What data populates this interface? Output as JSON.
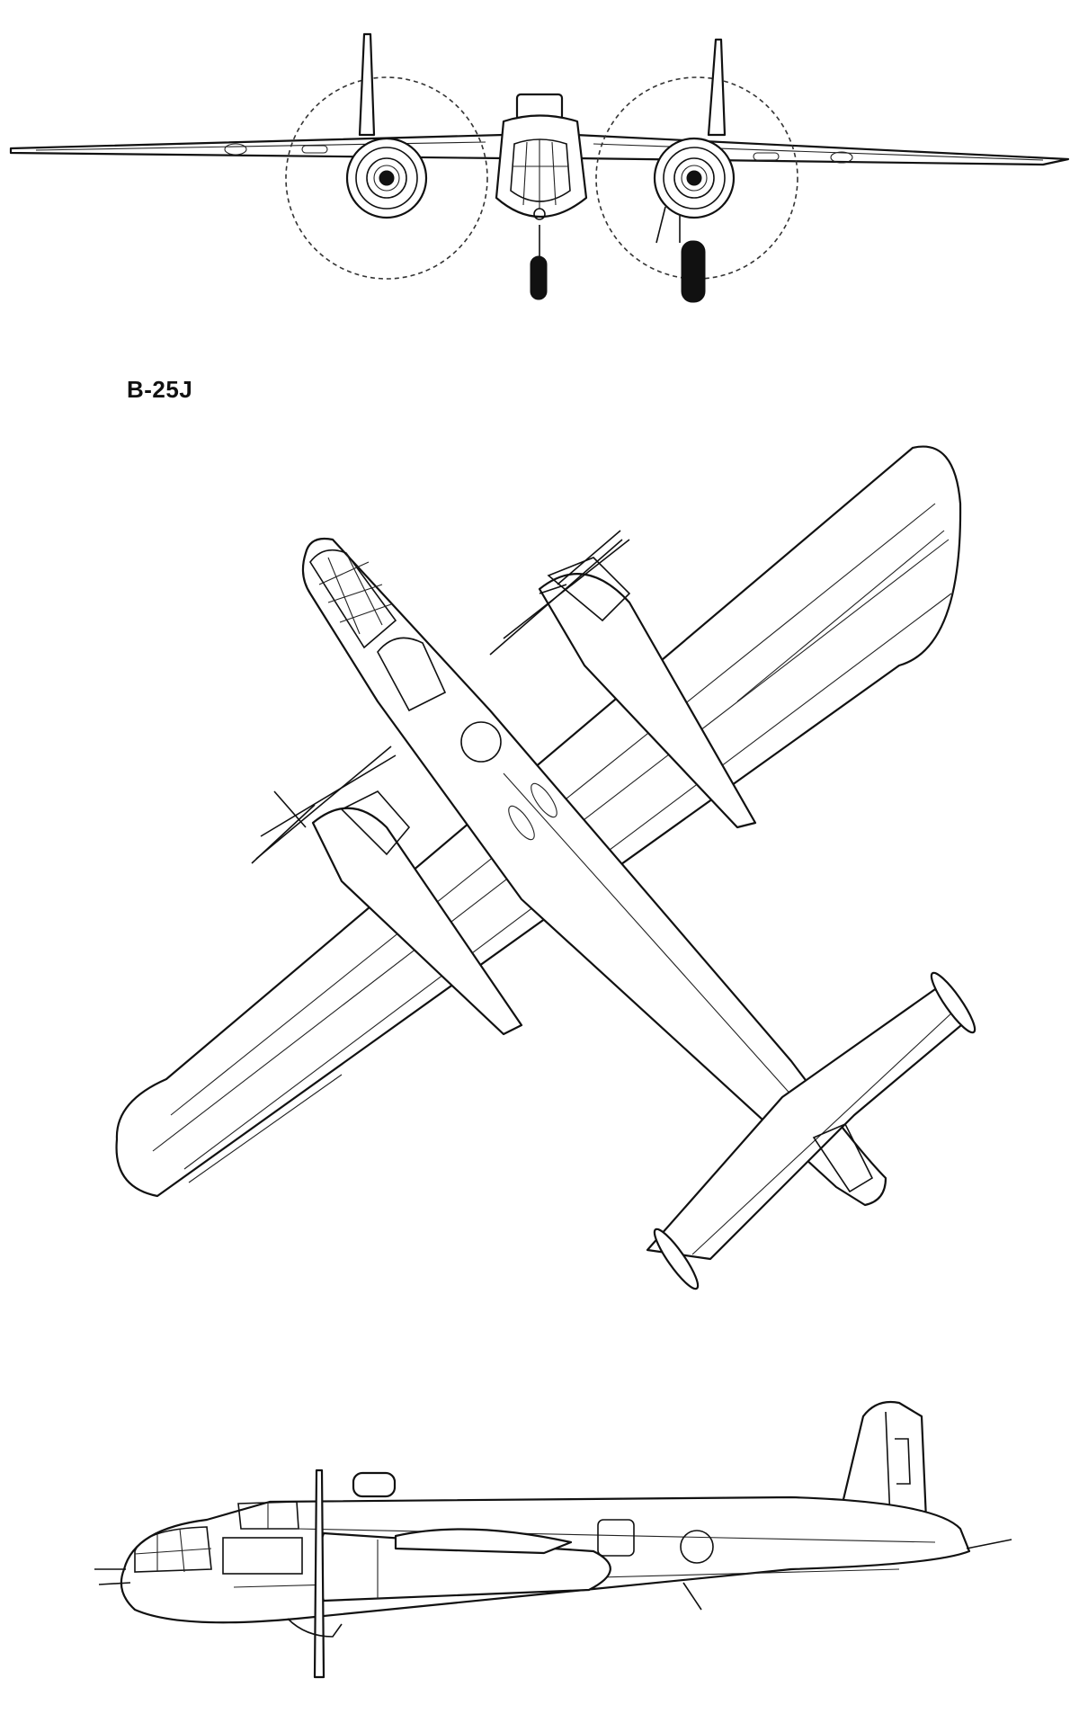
{
  "diagram": {
    "title": "B-25J",
    "views": [
      {
        "id": "front-view",
        "name": "front"
      },
      {
        "id": "top-view",
        "name": "top"
      },
      {
        "id": "side-view",
        "name": "side"
      }
    ],
    "colors": {
      "ink": "#111111",
      "paper": "#ffffff"
    }
  }
}
